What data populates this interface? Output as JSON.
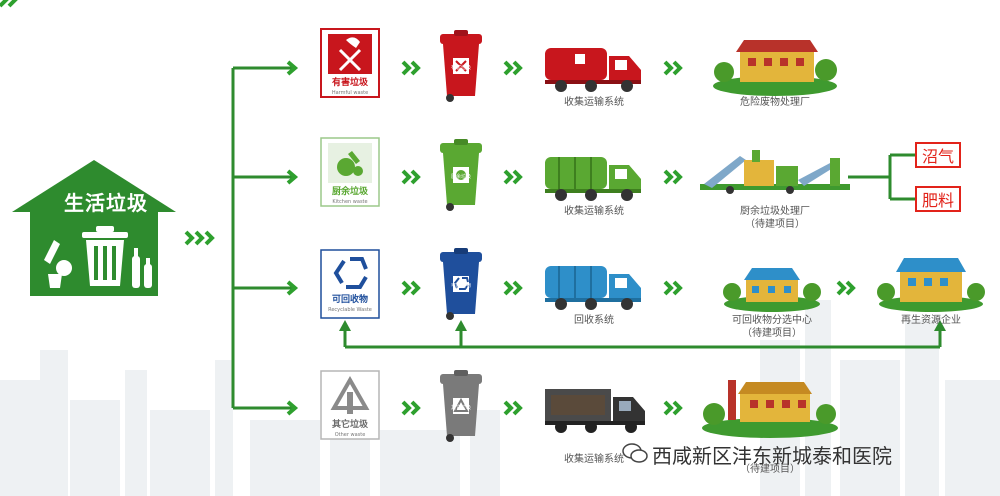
{
  "source": {
    "title": "生活垃圾",
    "color": "#2e8b2e"
  },
  "rows": [
    {
      "sign_label": "有害垃圾",
      "sign_sub": "Harmful waste",
      "bin_tag": "有害垃圾",
      "color": "#c8161d",
      "transport_label": "收集运输系统",
      "facility_label": "危险废物处理厂",
      "facility_sub": ""
    },
    {
      "sign_label": "厨余垃圾",
      "sign_sub": "Kitchen waste",
      "bin_tag": "厨余垃圾",
      "color": "#5aa832",
      "transport_label": "收集运输系统",
      "facility_label": "厨余垃圾处理厂",
      "facility_sub": "（待建项目）"
    },
    {
      "sign_label": "可回收物",
      "sign_sub": "Recyclable Waste",
      "bin_tag": "可回收物",
      "color": "#1f4f9c",
      "transport_label": "回收系统",
      "facility_label": "可回收物分选中心",
      "facility_sub": "（待建项目）",
      "final_label": "再生资源企业"
    },
    {
      "sign_label": "其它垃圾",
      "sign_sub": "Other waste",
      "bin_tag": "其它垃圾",
      "color": "#6b6b6b",
      "transport_label": "收集运输系统",
      "facility_label": "",
      "facility_sub": "（待建项目）"
    }
  ],
  "outputs": [
    "沼气",
    "肥料"
  ],
  "watermark": "西咸新区沣东新城泰和医院",
  "colors": {
    "arrow": "#2ea02e",
    "line": "#2e8b2e",
    "output_border": "#e2231a",
    "ground": "#3f9a2f",
    "building": "#e3b53b",
    "roof": "#b8322a"
  }
}
